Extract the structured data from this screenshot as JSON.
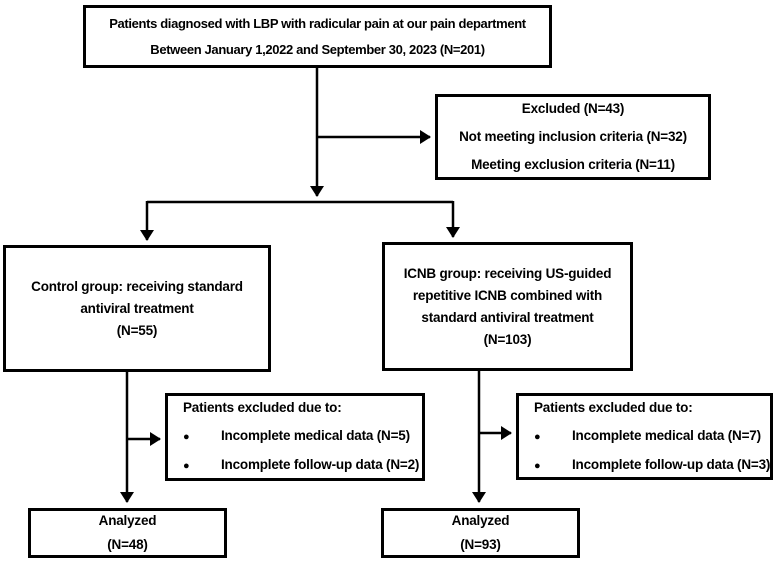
{
  "colors": {
    "background": "#ffffff",
    "line": "#000000",
    "text": "#000000"
  },
  "glyphs": {
    "bullet": "●"
  },
  "flowchart": {
    "enrollment": {
      "lines": [
        "Patients diagnosed with LBP with radicular pain at our pain department",
        "Between January 1,2022 and September 30, 2023 (N=201)"
      ]
    },
    "excluded": {
      "lines": [
        "Excluded (N=43)",
        "Not meeting inclusion criteria (N=32)",
        "Meeting exclusion criteria (N=11)"
      ]
    },
    "control_group": {
      "lines": [
        "Control group: receiving standard",
        "antiviral treatment",
        "(N=55)"
      ]
    },
    "icnb_group": {
      "lines": [
        "ICNB group: receiving US-guided",
        "repetitive ICNB combined with",
        "standard antiviral treatment",
        "(N=103)"
      ]
    },
    "control_excluded": {
      "title": "Patients excluded due to:",
      "bullets": [
        "Incomplete medical data (N=5)",
        "Incomplete follow-up data (N=2)"
      ]
    },
    "icnb_excluded": {
      "title": "Patients excluded due to:",
      "bullets": [
        "Incomplete medical data (N=7)",
        "Incomplete follow-up data (N=3)"
      ]
    },
    "control_analyzed": {
      "lines": [
        "Analyzed",
        "(N=48)"
      ]
    },
    "icnb_analyzed": {
      "lines": [
        "Analyzed",
        "(N=93)"
      ]
    }
  }
}
